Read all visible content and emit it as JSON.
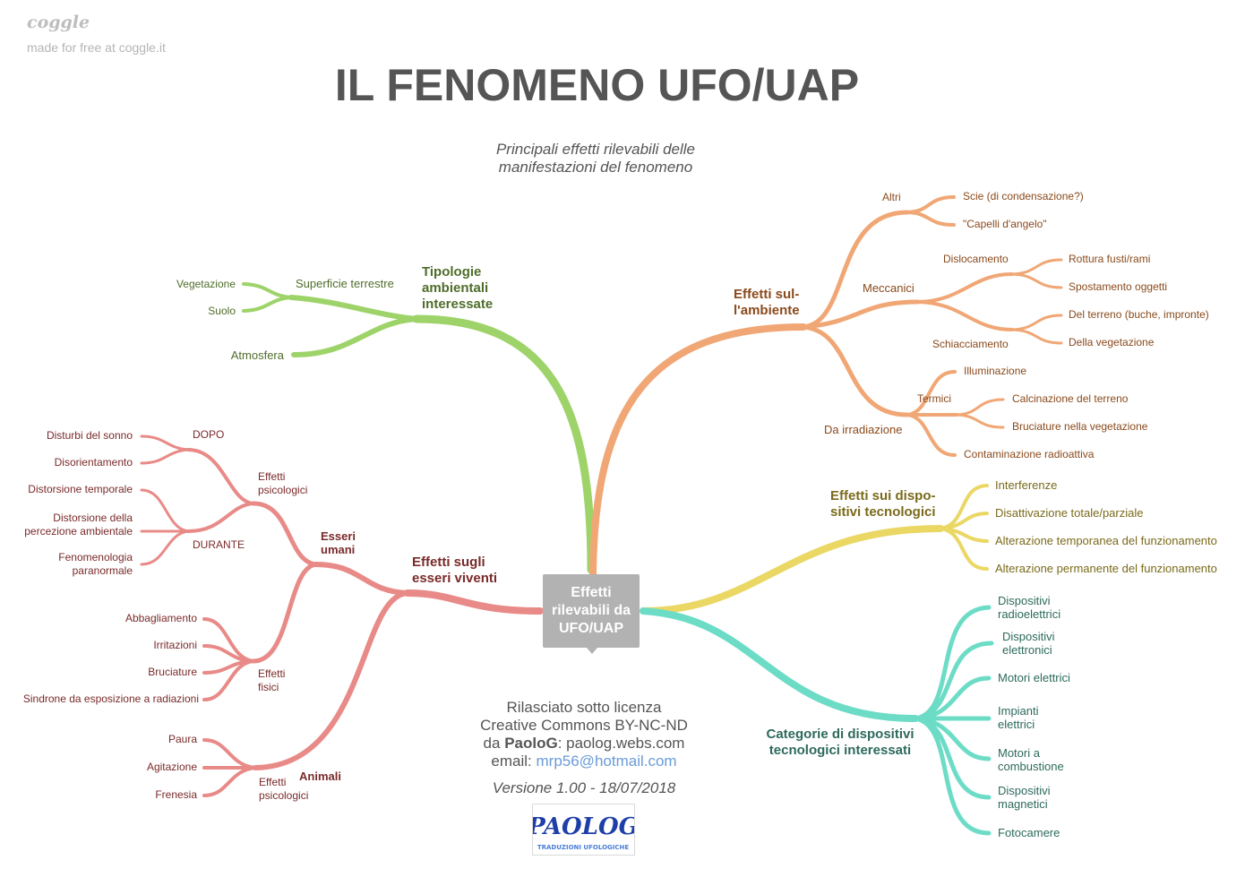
{
  "brand": {
    "name": "coggle",
    "tagline": "made for free at coggle.it"
  },
  "title": "IL FENOMENO UFO/UAP",
  "subtitle": [
    "Principali effetti rilevabili delle",
    "manifestazioni del fenomeno"
  ],
  "center": [
    "Effetti",
    "rilevabili da",
    "UFO/UAP"
  ],
  "colors": {
    "green": "#9ed36a",
    "orange": "#f0a775",
    "red": "#e88a87",
    "yellow": "#ead764",
    "teal": "#6ddcc7",
    "center": "#b2b2b2"
  },
  "branches": {
    "tipologie": {
      "label": [
        "Tipologie",
        "ambientali",
        "interessate"
      ],
      "superficie": "Superficie terrestre",
      "vegetazione": "Vegetazione",
      "suolo": "Suolo",
      "atmosfera": "Atmosfera"
    },
    "ambiente": {
      "label": [
        "Effetti sul-",
        "l'ambiente"
      ],
      "altri": "Altri",
      "scie": "Scie (di condensazione?)",
      "capelli": "\"Capelli d'angelo\"",
      "meccanici": "Meccanici",
      "dislocamento": "Dislocamento",
      "rottura": "Rottura fusti/rami",
      "spostamento": "Spostamento oggetti",
      "schiacciamento": "Schiacciamento",
      "terreno": "Del terreno (buche, impronte)",
      "della_vegetazione": "Della vegetazione",
      "irradiazione": "Da irradiazione",
      "illuminazione": "Illuminazione",
      "termici": "Termici",
      "calcinazione": "Calcinazione del terreno",
      "bruciature_veg": "Bruciature nella vegetazione",
      "contaminazione": "Contaminazione radioattiva"
    },
    "dispositivi": {
      "label": [
        "Effetti sui dispo-",
        "sitivi tecnologici"
      ],
      "interferenze": "Interferenze",
      "disattivazione": "Disattivazione totale/parziale",
      "temporanea": "Alterazione temporanea del funzionamento",
      "permanente": "Alterazione permanente del funzionamento"
    },
    "categorie": {
      "label": [
        "Categorie di dispositivi",
        "tecnologici interessati"
      ],
      "radio": [
        "Dispositivi",
        "radioelettrici"
      ],
      "elettronici": [
        "Dispositivi",
        "elettronici"
      ],
      "motori_el": "Motori elettrici",
      "impianti": [
        "Impianti",
        "elettrici"
      ],
      "combustione": [
        "Motori a",
        "combustione"
      ],
      "magnetici": [
        "Dispositivi",
        "magnetici"
      ],
      "fotocamere": "Fotocamere"
    },
    "viventi": {
      "label": [
        "Effetti sugli",
        "esseri viventi"
      ],
      "umani": [
        "Esseri",
        "umani"
      ],
      "psico": [
        "Effetti",
        "psicologici"
      ],
      "dopo": "DOPO",
      "sonno": "Disturbi del sonno",
      "disorientamento": "Disorientamento",
      "durante": "DURANTE",
      "temporale": "Distorsione temporale",
      "percezione": [
        "Distorsione della",
        "percezione ambientale"
      ],
      "paranormale": [
        "Fenomenologia",
        "paranormale"
      ],
      "fisici": [
        "Effetti",
        "fisici"
      ],
      "abbagliamento": "Abbagliamento",
      "irritazioni": "Irritazioni",
      "bruciature": "Bruciature",
      "sindrone": "Sindrone da esposizione a radiazioni",
      "animali": "Animali",
      "psico_animali": [
        "Effetti",
        "psicologici"
      ],
      "paura": "Paura",
      "agitazione": "Agitazione",
      "frenesia": "Frenesia"
    }
  },
  "license": {
    "line1": "Rilasciato sotto licenza",
    "line2": "Creative Commons BY-NC-ND",
    "da": "da",
    "author": "PaoloG",
    "site": ": paolog.webs.com",
    "email_label": "email:",
    "email": "mrp56@hotmail.com",
    "version": "Versione 1.00 - 18/07/2018"
  },
  "logo": {
    "name": "PAOLOG",
    "tagline": "TRADUZIONI UFOLOGICHE"
  }
}
